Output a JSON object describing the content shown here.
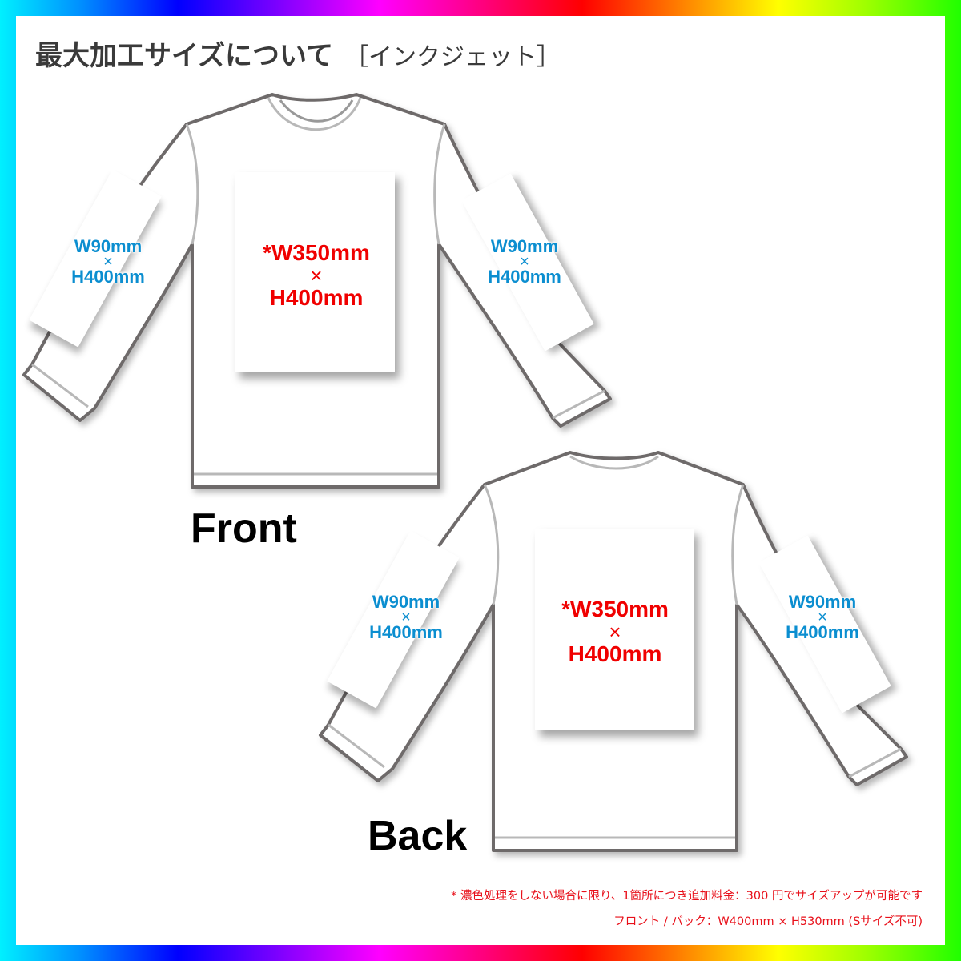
{
  "border": {
    "gradient_stops": [
      "#00f0ff",
      "#0000ff",
      "#ff00ff",
      "#ff0000",
      "#ffff00",
      "#20ff00"
    ]
  },
  "header": {
    "title": "最大加工サイズについて",
    "subtitle": "［インクジェット］"
  },
  "front": {
    "label": "Front",
    "body_zone": {
      "line1": "*W350mm",
      "times": "×",
      "line2": "H400mm",
      "color": "#f00000"
    },
    "left_sleeve_zone": {
      "line1": "W90mm",
      "times": "×",
      "line2": "H400mm",
      "color": "#0b8ed0"
    },
    "right_sleeve_zone": {
      "line1": "W90mm",
      "times": "×",
      "line2": "H400mm",
      "color": "#0b8ed0"
    }
  },
  "back": {
    "label": "Back",
    "body_zone": {
      "line1": "*W350mm",
      "times": "×",
      "line2": "H400mm",
      "color": "#f00000"
    },
    "left_sleeve_zone": {
      "line1": "W90mm",
      "times": "×",
      "line2": "H400mm",
      "color": "#0b8ed0"
    },
    "right_sleeve_zone": {
      "line1": "W90mm",
      "times": "×",
      "line2": "H400mm",
      "color": "#0b8ed0"
    }
  },
  "notes": {
    "line1": "* 濃色処理をしない場合に限り、1箇所につき追加料金：300 円でサイズアップが可能です",
    "line2": "フロント / バック：W400mm × H530mm (Sサイズ不可)"
  },
  "icons": {
    "front_shirt": "long-sleeve-tshirt-front-outline",
    "back_shirt": "long-sleeve-tshirt-back-outline"
  }
}
